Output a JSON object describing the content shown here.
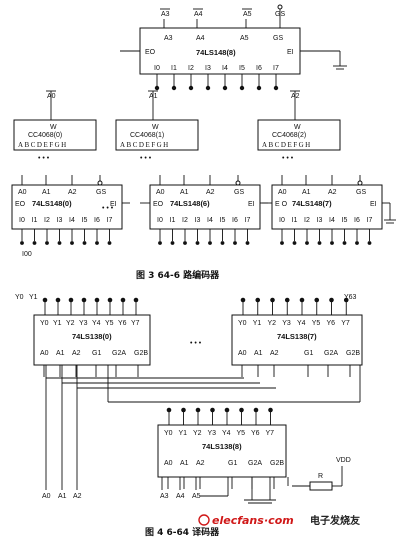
{
  "fig3": {
    "caption": "图 3   64-6 路编码器",
    "top_chip": {
      "name": "74LS148(8)",
      "left_pin": "EO",
      "right_pin": "EI",
      "top_pins": [
        "A3",
        "A4",
        "A5",
        "GS"
      ],
      "inputs": [
        "I0",
        "I1",
        "I2",
        "I3",
        "I4",
        "I5",
        "I6",
        "I7"
      ]
    },
    "gates": [
      {
        "name": "CC4068(0)",
        "out_label": "A0",
        "w": "W",
        "inputs": "ABCDEFGH"
      },
      {
        "name": "CC4068(1)",
        "out_label": "A1",
        "w": "W",
        "inputs": "ABCDEFGH"
      },
      {
        "name": "CC4068(2)",
        "out_label": "A2",
        "w": "W",
        "inputs": "ABCDEFGH"
      }
    ],
    "bottom_chips": [
      {
        "name": "74LS148(0)",
        "pins": [
          "A0",
          "A1",
          "A2",
          "GS"
        ],
        "eo": "EO",
        "ei": "EI",
        "inputs": [
          "I0",
          "I1",
          "I2",
          "I3",
          "I4",
          "I5",
          "I6",
          "I7"
        ]
      },
      {
        "name": "74LS148(6)",
        "pins": [
          "A0",
          "A1",
          "A2",
          "GS"
        ],
        "eo": "EO",
        "ei": "EI",
        "inputs": [
          "I0",
          "I1",
          "I2",
          "I3",
          "I4",
          "I5",
          "I6",
          "I7"
        ]
      },
      {
        "name": "74LS148(7)",
        "pins": [
          "A0",
          "A1",
          "A2",
          "GS"
        ],
        "eo": "E O",
        "ei": "EI",
        "inputs": [
          "I0",
          "I1",
          "I2",
          "I3",
          "I4",
          "I5",
          "I6",
          "I7"
        ]
      }
    ],
    "first_input": "I00",
    "ellipsis": "• • •"
  },
  "fig4": {
    "caption": "图 4    6-64 译码器",
    "corner_labels": {
      "y0": "Y0",
      "y1": "Y1",
      "y63": "Y63"
    },
    "decoders": [
      {
        "name": "74LS138(0)",
        "outputs": [
          "Y0",
          "Y1",
          "Y2",
          "Y3",
          "Y4",
          "Y5",
          "Y6",
          "Y7"
        ],
        "inputs": [
          "A0",
          "A1",
          "A2",
          "G1",
          "G2A",
          "G2B"
        ]
      },
      {
        "name": "74LS138(7)",
        "outputs": [
          "Y0",
          "Y1",
          "Y2",
          "Y3",
          "Y4",
          "Y5",
          "Y6",
          "Y7"
        ],
        "inputs": [
          "A0",
          "A1",
          "A2",
          "G1",
          "G2A",
          "G2B"
        ]
      },
      {
        "name": "74LS138(8)",
        "outputs": [
          "Y0",
          "Y1",
          "Y2",
          "Y3",
          "Y4",
          "Y5",
          "Y6",
          "Y7"
        ],
        "inputs": [
          "A0",
          "A1",
          "A2",
          "G1",
          "G2A",
          "G2B"
        ]
      }
    ],
    "bottom_left": [
      "A0",
      "A1",
      "A2"
    ],
    "bottom_mid": [
      "A3",
      "A4",
      "A5"
    ],
    "vdd": "VDD",
    "resistor": "R",
    "ellipsis": "• • •"
  },
  "watermark": {
    "brand": "elecfans",
    "domain": "·com",
    "cn": "电子发烧友"
  },
  "colors": {
    "ink": "#111111",
    "watermark": "#d01818"
  }
}
